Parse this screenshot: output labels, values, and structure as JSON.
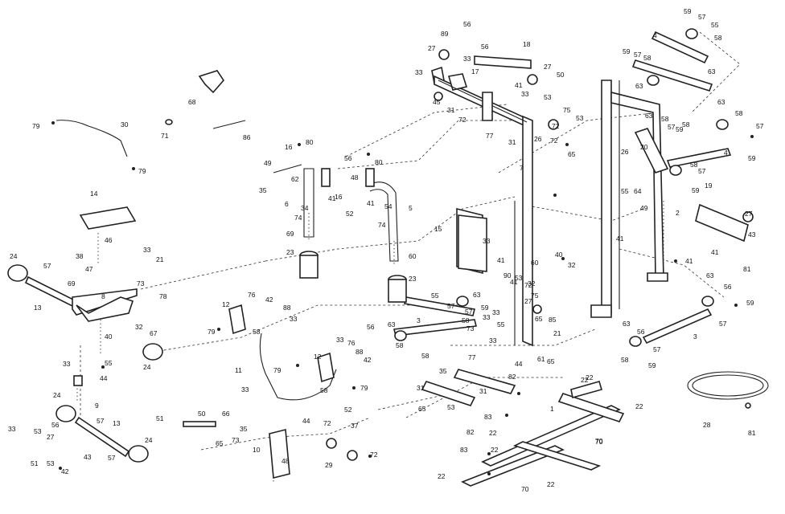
{
  "callouts": [
    {
      "id": "c1",
      "text": "59"
    },
    {
      "id": "c2",
      "text": "57"
    },
    {
      "id": "c3",
      "text": "55"
    },
    {
      "id": "c4",
      "text": "4"
    },
    {
      "id": "c5",
      "text": "58"
    },
    {
      "id": "c6",
      "text": "63"
    },
    {
      "id": "c7",
      "text": "59"
    },
    {
      "id": "c8",
      "text": "57"
    },
    {
      "id": "c9",
      "text": "58"
    },
    {
      "id": "c10",
      "text": "63"
    },
    {
      "id": "c11",
      "text": "56"
    },
    {
      "id": "c12",
      "text": "27"
    },
    {
      "id": "c13",
      "text": "89"
    },
    {
      "id": "c14",
      "text": "56"
    },
    {
      "id": "c15",
      "text": "18"
    },
    {
      "id": "c16",
      "text": "33"
    },
    {
      "id": "c17",
      "text": "17"
    },
    {
      "id": "c18",
      "text": "27"
    },
    {
      "id": "c19",
      "text": "50"
    },
    {
      "id": "c20",
      "text": "33"
    },
    {
      "id": "c21",
      "text": "41"
    },
    {
      "id": "c22",
      "text": "45"
    },
    {
      "id": "c23",
      "text": "31"
    },
    {
      "id": "c24",
      "text": "72"
    },
    {
      "id": "c25",
      "text": "33"
    },
    {
      "id": "c26",
      "text": "53"
    },
    {
      "id": "c27",
      "text": "75"
    },
    {
      "id": "c28",
      "text": "72"
    },
    {
      "id": "c29",
      "text": "53"
    },
    {
      "id": "c30",
      "text": "26"
    },
    {
      "id": "c31",
      "text": "72"
    },
    {
      "id": "c32",
      "text": "77"
    },
    {
      "id": "c33",
      "text": "31"
    },
    {
      "id": "c34",
      "text": "65"
    },
    {
      "id": "c35",
      "text": "68"
    },
    {
      "id": "c36",
      "text": "79"
    },
    {
      "id": "c37",
      "text": "30"
    },
    {
      "id": "c38",
      "text": "71"
    },
    {
      "id": "c39",
      "text": "86"
    },
    {
      "id": "c40",
      "text": "79"
    },
    {
      "id": "c41",
      "text": "16"
    },
    {
      "id": "c42",
      "text": "80"
    },
    {
      "id": "c43",
      "text": "49"
    },
    {
      "id": "c44",
      "text": "62"
    },
    {
      "id": "c45",
      "text": "35"
    },
    {
      "id": "c46",
      "text": "56"
    },
    {
      "id": "c47",
      "text": "80"
    },
    {
      "id": "c48",
      "text": "48"
    },
    {
      "id": "c49",
      "text": "41"
    },
    {
      "id": "c50",
      "text": "34"
    },
    {
      "id": "c51",
      "text": "74"
    },
    {
      "id": "c52",
      "text": "6"
    },
    {
      "id": "c53",
      "text": "16"
    },
    {
      "id": "c54",
      "text": "52"
    },
    {
      "id": "c55",
      "text": "41"
    },
    {
      "id": "c56",
      "text": "54"
    },
    {
      "id": "c57",
      "text": "74"
    },
    {
      "id": "c58",
      "text": "5"
    },
    {
      "id": "c59",
      "text": "69"
    },
    {
      "id": "c60",
      "text": "23"
    },
    {
      "id": "c61",
      "text": "60"
    },
    {
      "id": "c62",
      "text": "23"
    },
    {
      "id": "c63",
      "text": "14"
    },
    {
      "id": "c64",
      "text": "46"
    },
    {
      "id": "c65",
      "text": "38"
    },
    {
      "id": "c66",
      "text": "47"
    },
    {
      "id": "c67",
      "text": "33"
    },
    {
      "id": "c68",
      "text": "21"
    },
    {
      "id": "c69",
      "text": "24"
    },
    {
      "id": "c70",
      "text": "57"
    },
    {
      "id": "c71",
      "text": "69"
    },
    {
      "id": "c72",
      "text": "73"
    },
    {
      "id": "c73",
      "text": "13"
    },
    {
      "id": "c74",
      "text": "8"
    },
    {
      "id": "c75",
      "text": "78"
    },
    {
      "id": "c76",
      "text": "32"
    },
    {
      "id": "c77",
      "text": "40"
    },
    {
      "id": "c78",
      "text": "67"
    },
    {
      "id": "c79",
      "text": "55"
    },
    {
      "id": "c80",
      "text": "24"
    },
    {
      "id": "c81",
      "text": "33"
    },
    {
      "id": "c82",
      "text": "44"
    },
    {
      "id": "c83",
      "text": "9"
    },
    {
      "id": "c84",
      "text": "24"
    },
    {
      "id": "c85",
      "text": "56"
    },
    {
      "id": "c86",
      "text": "57"
    },
    {
      "id": "c87",
      "text": "13"
    },
    {
      "id": "c88",
      "text": "33"
    },
    {
      "id": "c89",
      "text": "53"
    },
    {
      "id": "c90",
      "text": "27"
    },
    {
      "id": "c91",
      "text": "51"
    },
    {
      "id": "c92",
      "text": "53"
    },
    {
      "id": "c93",
      "text": "43"
    },
    {
      "id": "c94",
      "text": "42"
    },
    {
      "id": "c95",
      "text": "57"
    },
    {
      "id": "c96",
      "text": "24"
    },
    {
      "id": "c97",
      "text": "12"
    },
    {
      "id": "c98",
      "text": "76"
    },
    {
      "id": "c99",
      "text": "42"
    },
    {
      "id": "c100",
      "text": "88"
    },
    {
      "id": "c101",
      "text": "79"
    },
    {
      "id": "c102",
      "text": "58"
    },
    {
      "id": "c103",
      "text": "33"
    },
    {
      "id": "c104",
      "text": "11"
    },
    {
      "id": "c105",
      "text": "79"
    },
    {
      "id": "c106",
      "text": "12"
    },
    {
      "id": "c107",
      "text": "33"
    },
    {
      "id": "c108",
      "text": "76"
    },
    {
      "id": "c109",
      "text": "88"
    },
    {
      "id": "c110",
      "text": "42"
    },
    {
      "id": "c111",
      "text": "58"
    },
    {
      "id": "c112",
      "text": "79"
    },
    {
      "id": "c113",
      "text": "52"
    },
    {
      "id": "c114",
      "text": "33"
    },
    {
      "id": "c115",
      "text": "44"
    },
    {
      "id": "c116",
      "text": "72"
    },
    {
      "id": "c117",
      "text": "37"
    },
    {
      "id": "c118",
      "text": "35"
    },
    {
      "id": "c119",
      "text": "10"
    },
    {
      "id": "c120",
      "text": "48"
    },
    {
      "id": "c121",
      "text": "29"
    },
    {
      "id": "c122",
      "text": "72"
    },
    {
      "id": "c123",
      "text": "51"
    },
    {
      "id": "c124",
      "text": "50"
    },
    {
      "id": "c125",
      "text": "66"
    },
    {
      "id": "c126",
      "text": "73"
    },
    {
      "id": "c127",
      "text": "65"
    },
    {
      "id": "c128",
      "text": "15"
    },
    {
      "id": "c129",
      "text": "33"
    },
    {
      "id": "c130",
      "text": "41"
    },
    {
      "id": "c131",
      "text": "60"
    },
    {
      "id": "c132",
      "text": "90"
    },
    {
      "id": "c133",
      "text": "32"
    },
    {
      "id": "c134",
      "text": "40"
    },
    {
      "id": "c135",
      "text": "32"
    },
    {
      "id": "c136",
      "text": "7"
    },
    {
      "id": "c137",
      "text": "33"
    },
    {
      "id": "c138",
      "text": "53"
    },
    {
      "id": "c139",
      "text": "72"
    },
    {
      "id": "c140",
      "text": "75"
    },
    {
      "id": "c141",
      "text": "55"
    },
    {
      "id": "c142",
      "text": "57"
    },
    {
      "id": "c143",
      "text": "3"
    },
    {
      "id": "c144",
      "text": "58"
    },
    {
      "id": "c145",
      "text": "56"
    },
    {
      "id": "c146",
      "text": "63"
    },
    {
      "id": "c147",
      "text": "58"
    },
    {
      "id": "c148",
      "text": "59"
    },
    {
      "id": "c149",
      "text": "57"
    },
    {
      "id": "c150",
      "text": "58"
    },
    {
      "id": "c151",
      "text": "63"
    },
    {
      "id": "c152",
      "text": "73"
    },
    {
      "id": "c153",
      "text": "33"
    },
    {
      "id": "c154",
      "text": "55"
    },
    {
      "id": "c155",
      "text": "27"
    },
    {
      "id": "c156",
      "text": "65"
    },
    {
      "id": "c157",
      "text": "85"
    },
    {
      "id": "c158",
      "text": "21"
    },
    {
      "id": "c159",
      "text": "61"
    },
    {
      "id": "c160",
      "text": "65"
    },
    {
      "id": "c161",
      "text": "44"
    },
    {
      "id": "c162",
      "text": "33"
    },
    {
      "id": "c163",
      "text": "77"
    },
    {
      "id": "c164",
      "text": "35"
    },
    {
      "id": "c165",
      "text": "31"
    },
    {
      "id": "c166",
      "text": "65"
    },
    {
      "id": "c167",
      "text": "53"
    },
    {
      "id": "c168",
      "text": "31"
    },
    {
      "id": "c169",
      "text": "82"
    },
    {
      "id": "c170",
      "text": "83"
    },
    {
      "id": "c171",
      "text": "1"
    },
    {
      "id": "c172",
      "text": "82"
    },
    {
      "id": "c173",
      "text": "22"
    },
    {
      "id": "c174",
      "text": "83"
    },
    {
      "id": "c175",
      "text": "22"
    },
    {
      "id": "c176",
      "text": "22"
    },
    {
      "id": "c177",
      "text": "70"
    },
    {
      "id": "c178",
      "text": "70"
    },
    {
      "id": "c179",
      "text": "22"
    },
    {
      "id": "c180",
      "text": "22"
    },
    {
      "id": "c181",
      "text": "63"
    },
    {
      "id": "c182",
      "text": "58"
    },
    {
      "id": "c183",
      "text": "57"
    },
    {
      "id": "c184",
      "text": "59"
    },
    {
      "id": "c185",
      "text": "20"
    },
    {
      "id": "c186",
      "text": "26"
    },
    {
      "id": "c187",
      "text": "64"
    },
    {
      "id": "c188",
      "text": "49"
    },
    {
      "id": "c189",
      "text": "55"
    },
    {
      "id": "c190",
      "text": "58"
    },
    {
      "id": "c191",
      "text": "63"
    },
    {
      "id": "c192",
      "text": "58"
    },
    {
      "id": "c193",
      "text": "57"
    },
    {
      "id": "c194",
      "text": "4"
    },
    {
      "id": "c195",
      "text": "59"
    },
    {
      "id": "c196",
      "text": "57"
    },
    {
      "id": "c197",
      "text": "58"
    },
    {
      "id": "c198",
      "text": "59"
    },
    {
      "id": "c199",
      "text": "2"
    },
    {
      "id": "c200",
      "text": "19"
    },
    {
      "id": "c201",
      "text": "27"
    },
    {
      "id": "c202",
      "text": "43"
    },
    {
      "id": "c203",
      "text": "41"
    },
    {
      "id": "c204",
      "text": "41"
    },
    {
      "id": "c205",
      "text": "41"
    },
    {
      "id": "c206",
      "text": "81"
    },
    {
      "id": "c207",
      "text": "63"
    },
    {
      "id": "c208",
      "text": "56"
    },
    {
      "id": "c209",
      "text": "59"
    },
    {
      "id": "c210",
      "text": "57"
    },
    {
      "id": "c211",
      "text": "63"
    },
    {
      "id": "c212",
      "text": "56"
    },
    {
      "id": "c213",
      "text": "3"
    },
    {
      "id": "c214",
      "text": "57"
    },
    {
      "id": "c215",
      "text": "58"
    },
    {
      "id": "c216",
      "text": "59"
    },
    {
      "id": "c217",
      "text": "22"
    },
    {
      "id": "c218",
      "text": "22"
    },
    {
      "id": "c219",
      "text": "70"
    },
    {
      "id": "c220",
      "text": "28"
    },
    {
      "id": "c221",
      "text": "81"
    },
    {
      "id": "c222",
      "text": "41"
    }
  ]
}
